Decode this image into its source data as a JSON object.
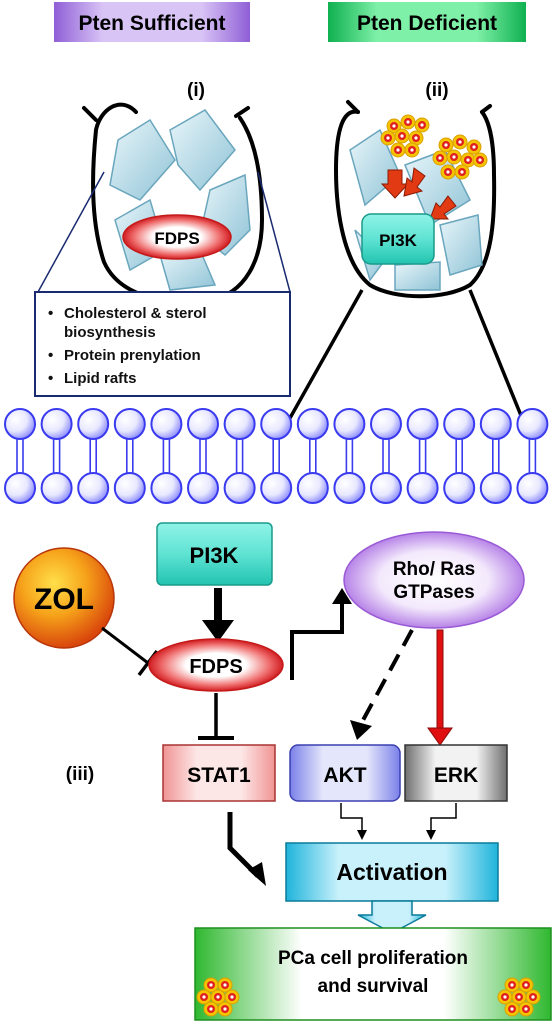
{
  "headers": {
    "left": "Pten Sufficient",
    "right": "Pten Deficient"
  },
  "panels": {
    "i": "(i)",
    "ii": "(ii)",
    "iii": "(iii)"
  },
  "cell_left": {
    "enzyme": "FDPS",
    "functions": [
      "Cholesterol & sterol",
      "biosynthesis",
      "Protein prenylation",
      "Lipid rafts"
    ]
  },
  "cell_right": {
    "enzyme": "PI3K"
  },
  "pathway": {
    "drug": "ZOL",
    "pi3k": "PI3K",
    "fdps": "FDPS",
    "gtpases_line1": "Rho/ Ras",
    "gtpases_line2": "GTPases",
    "stat1": "STAT1",
    "akt": "AKT",
    "erk": "ERK",
    "activation": "Activation",
    "outcome_line1": "PCa cell proliferation",
    "outcome_line2": "and survival"
  },
  "colors": {
    "header_left": "#c9a8ef",
    "header_right": "#22c96a",
    "fdps_red": "#e0242a",
    "pi3k_teal": "#3fd9c8",
    "zol_orange": "#e85a10",
    "gtpase_purple": "#b07ae6",
    "stat1_pink": "#e88a8a",
    "akt_blue": "#7e83e6",
    "erk_gray": "#808080",
    "activation_cyan": "#37c3e6",
    "outcome_green": "#3fbf3f",
    "lipid_blue": "#3a3aef",
    "inhibit_arrow_red": "#e01010"
  }
}
